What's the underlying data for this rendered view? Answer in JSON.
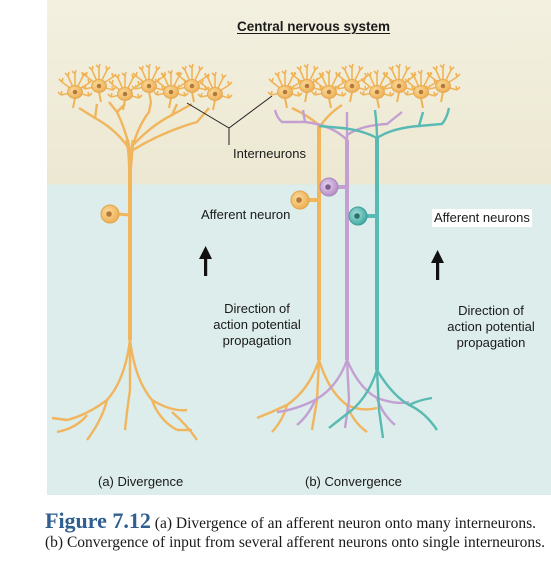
{
  "figure": {
    "title": "Central nervous system",
    "interneurons_label": "Interneurons",
    "afferent_neuron_label": "Afferent neuron",
    "afferent_neurons_label": "Afferent neurons",
    "direction_label_a": "Direction of\naction potential\npropagation",
    "direction_label_b": "Direction of\naction potential\npropagation",
    "panel_a_label": "(a) Divergence",
    "panel_b_label": "(b) Convergence"
  },
  "caption": {
    "number": "Figure 7.12",
    "text": "(a) Divergence of an afferent neuron onto many interneurons. (b) Convergence of input from several afferent neurons onto single interneurons."
  },
  "colors": {
    "cns_background": "#f1eedd",
    "pns_background": "#dcecea",
    "interneuron_fill": "#f6c26a",
    "orange_neuron": "#f4bf6c",
    "purple_neuron": "#c7a6d4",
    "teal_neuron": "#5fbfb8",
    "caption_number": "#2f5f8f"
  }
}
